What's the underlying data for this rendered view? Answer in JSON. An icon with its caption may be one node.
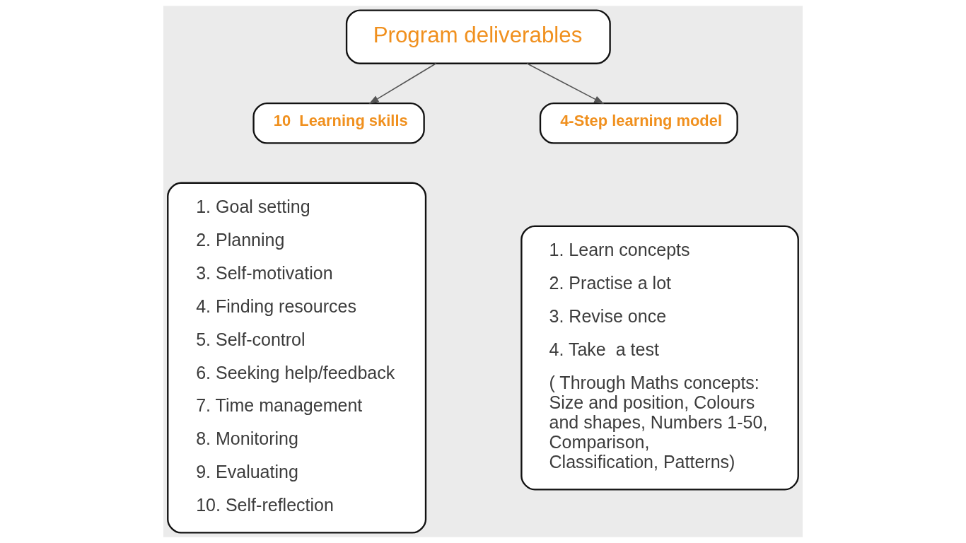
{
  "diagram": {
    "nodes": [
      {
        "text": [
          "Program deliverables"
        ]
      },
      {
        "text": [
          "10  Learning skills"
        ]
      },
      {
        "text": [
          "4-Step learning model"
        ]
      },
      {
        "text": [
          "1. Goal setting",
          "2. Planning",
          "3. Self-motivation",
          "4. Finding resources",
          "5. Self-control",
          "6. Seeking help/feedback",
          "7. Time management",
          "8. Monitoring",
          "9. Evaluating",
          "10. Self-reflection"
        ]
      },
      {
        "text": [
          "1. Learn concepts",
          "2. Practise a lot",
          "3. Revise once",
          "4. Take  a test",
          "( Through Maths concepts: Size and position, Colours and shapes, Numbers 1-50, Comparison, Classification, Patterns)"
        ]
      }
    ],
    "edges": [
      {
        "from": 0,
        "to": 1,
        "arrow": "to"
      },
      {
        "from": 0,
        "to": 2,
        "arrow": "to"
      }
    ]
  }
}
